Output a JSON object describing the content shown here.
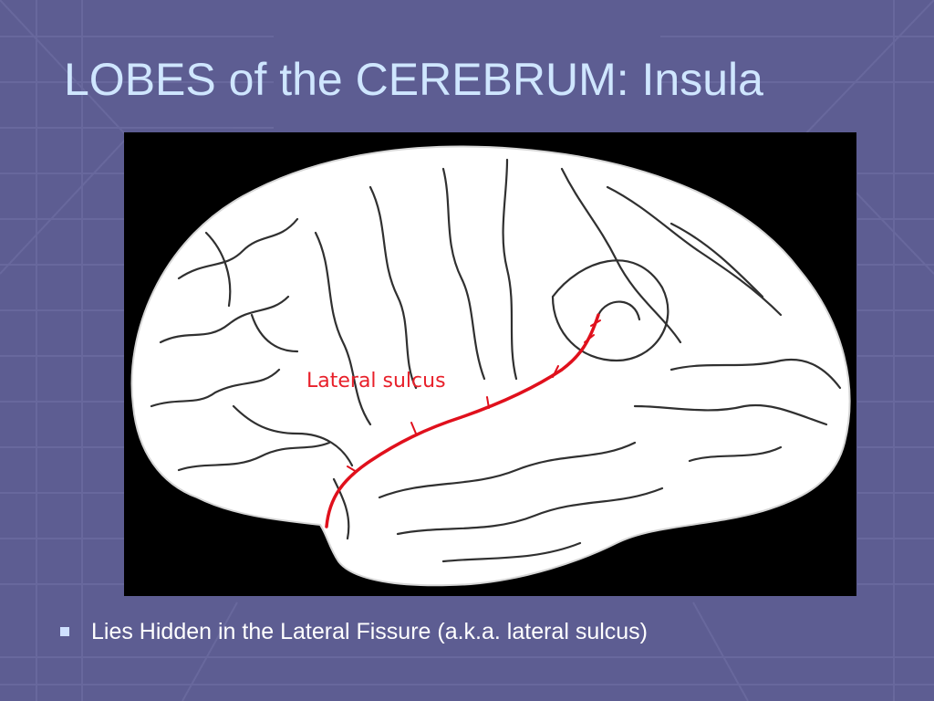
{
  "slide": {
    "title": "LOBES of the CEREBRUM:  Insula",
    "bullets": [
      {
        "text": "Lies Hidden in the Lateral Fissure (a.k.a. lateral sulcus)"
      }
    ]
  },
  "figure": {
    "label": "Lateral sulcus",
    "label_color": "#e8202a",
    "sulcus_color": "#e0101c",
    "brain_fill": "#ffffff",
    "background": "#000000"
  },
  "theme": {
    "slide_background": "#5d5d92",
    "title_color": "#cfe6ff",
    "bullet_icon": "square-bullet-icon"
  }
}
